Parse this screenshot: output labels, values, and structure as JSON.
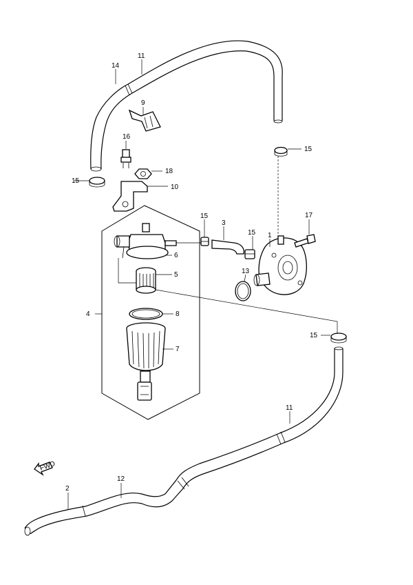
{
  "diagram": {
    "callouts": {
      "c1": "1",
      "c2": "2",
      "c3": "3",
      "c4": "4",
      "c5": "5",
      "c6": "6",
      "c7": "7",
      "c8": "8",
      "c9": "9",
      "c10": "10",
      "c11_top": "11",
      "c11_bottom": "11",
      "c12": "12",
      "c13": "13",
      "c14": "14",
      "c15_top_right": "15",
      "c15_left": "15",
      "c15_mid": "15",
      "c15_pump": "15",
      "c15_right": "15",
      "c16": "16",
      "c17": "17",
      "c18": "18"
    },
    "direction_marker": "FWD"
  }
}
